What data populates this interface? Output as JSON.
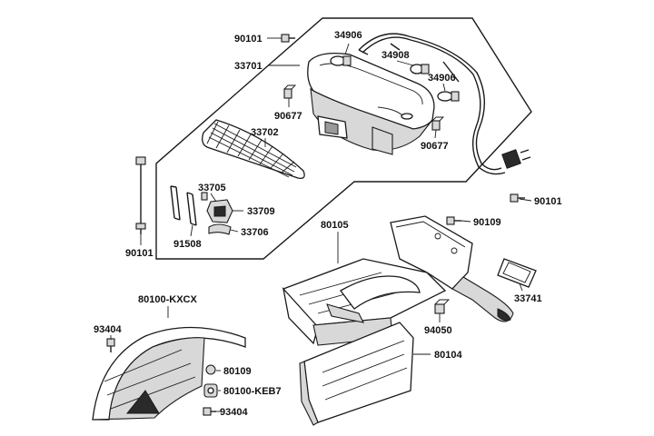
{
  "labels": {
    "p90101_top": "90101",
    "p33701": "33701",
    "p34906_top": "34906",
    "p34908": "34908",
    "p34906_right": "34906",
    "p90677_left": "90677",
    "p90677_right": "90677",
    "p33702": "33702",
    "p33705": "33705",
    "p33709": "33709",
    "p91508": "91508",
    "p33706": "33706",
    "p90101_left": "90101",
    "p90101_right": "90101",
    "p90109": "90109",
    "p80105": "80105",
    "p33741": "33741",
    "p94050": "94050",
    "p80104": "80104",
    "p80100_kxcx": "80100-KXCX",
    "p93404_top": "93404",
    "p80109": "80109",
    "p80100_keb7": "80100-KEB7",
    "p93404_bottom": "93404"
  }
}
